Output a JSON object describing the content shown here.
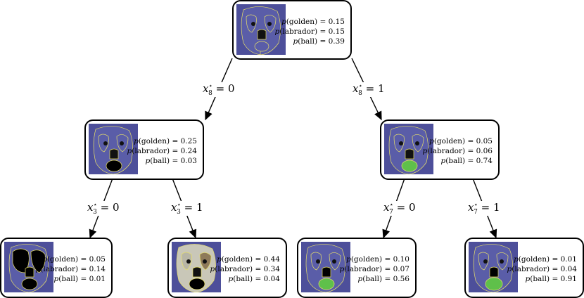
{
  "labels": {
    "p_golden": "(golden)",
    "p_labrador": "(labrador)",
    "p_ball": "(ball)",
    "p": "p",
    "x": "x",
    "star": "⋆",
    "eq": " = "
  },
  "nodes": {
    "root": {
      "golden": "0.15",
      "labrador": "0.15",
      "ball": "0.39"
    },
    "l": {
      "golden": "0.25",
      "labrador": "0.24",
      "ball": "0.03"
    },
    "r": {
      "golden": "0.05",
      "labrador": "0.06",
      "ball": "0.74"
    },
    "ll": {
      "golden": "0.05",
      "labrador": "0.14",
      "ball": "0.01"
    },
    "lr": {
      "golden": "0.44",
      "labrador": "0.34",
      "ball": "0.04"
    },
    "rl": {
      "golden": "0.10",
      "labrador": "0.07",
      "ball": "0.56"
    },
    "rr": {
      "golden": "0.01",
      "labrador": "0.04",
      "ball": "0.91"
    }
  },
  "edges": {
    "root_l": {
      "sub": "8",
      "val": "0"
    },
    "root_r": {
      "sub": "8",
      "val": "1"
    },
    "l_ll": {
      "sub": "3",
      "val": "0"
    },
    "l_lr": {
      "sub": "3",
      "val": "1"
    },
    "r_rl": {
      "sub": "7",
      "val": "0"
    },
    "r_rr": {
      "sub": "7",
      "val": "1"
    }
  },
  "colors": {
    "image_bg": "#4d4f9a",
    "segment_line": "#e8e06a",
    "masked": "#000000",
    "ball_green": "#5fc04a",
    "highlight": "#c9c7b8"
  }
}
